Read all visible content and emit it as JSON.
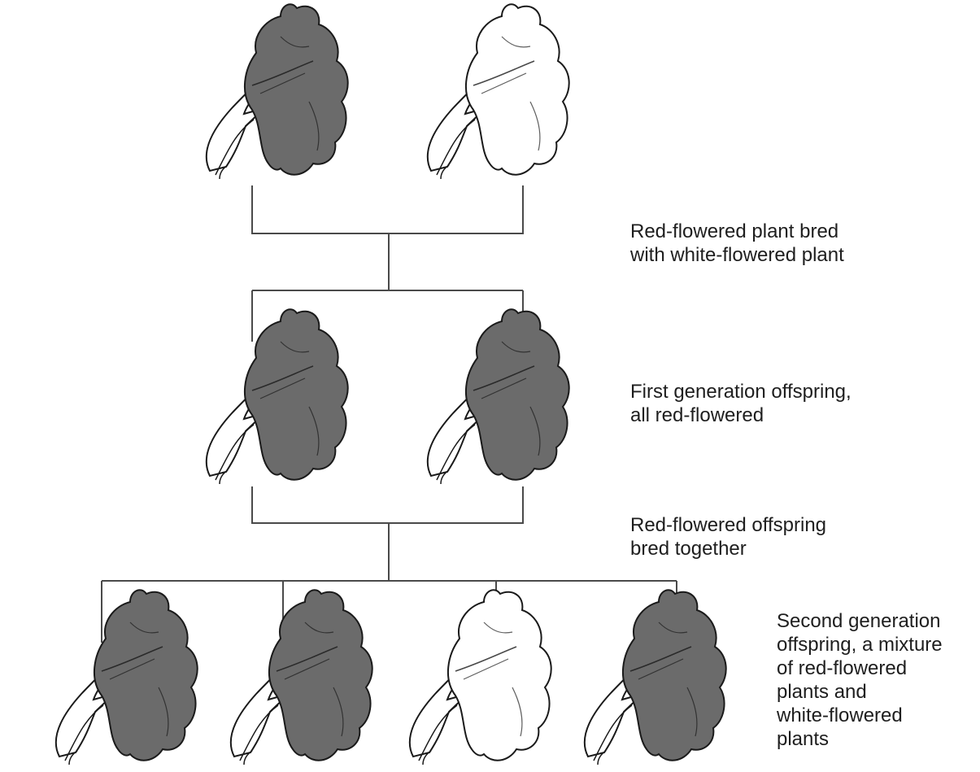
{
  "captions": {
    "cross": "Red-flowered plant bred\nwith white-flowered plant",
    "f1": "First generation offspring,\nall red-flowered",
    "self_cross": "Red-flowered offspring\nbred together",
    "f2": "Second generation\noffspring, a mixture\nof red-flowered\nplants and\nwhite-flowered\nplants"
  },
  "plants": {
    "parents": [
      "red",
      "white"
    ],
    "first_generation": [
      "red",
      "red"
    ],
    "second_generation": [
      "red",
      "red",
      "white",
      "red"
    ]
  },
  "colors": {
    "red_flower_fill": "#6b6b6b",
    "white_flower_fill": "#ffffff",
    "outline": "#1a1a1a",
    "connector": "#4a4a4a"
  }
}
